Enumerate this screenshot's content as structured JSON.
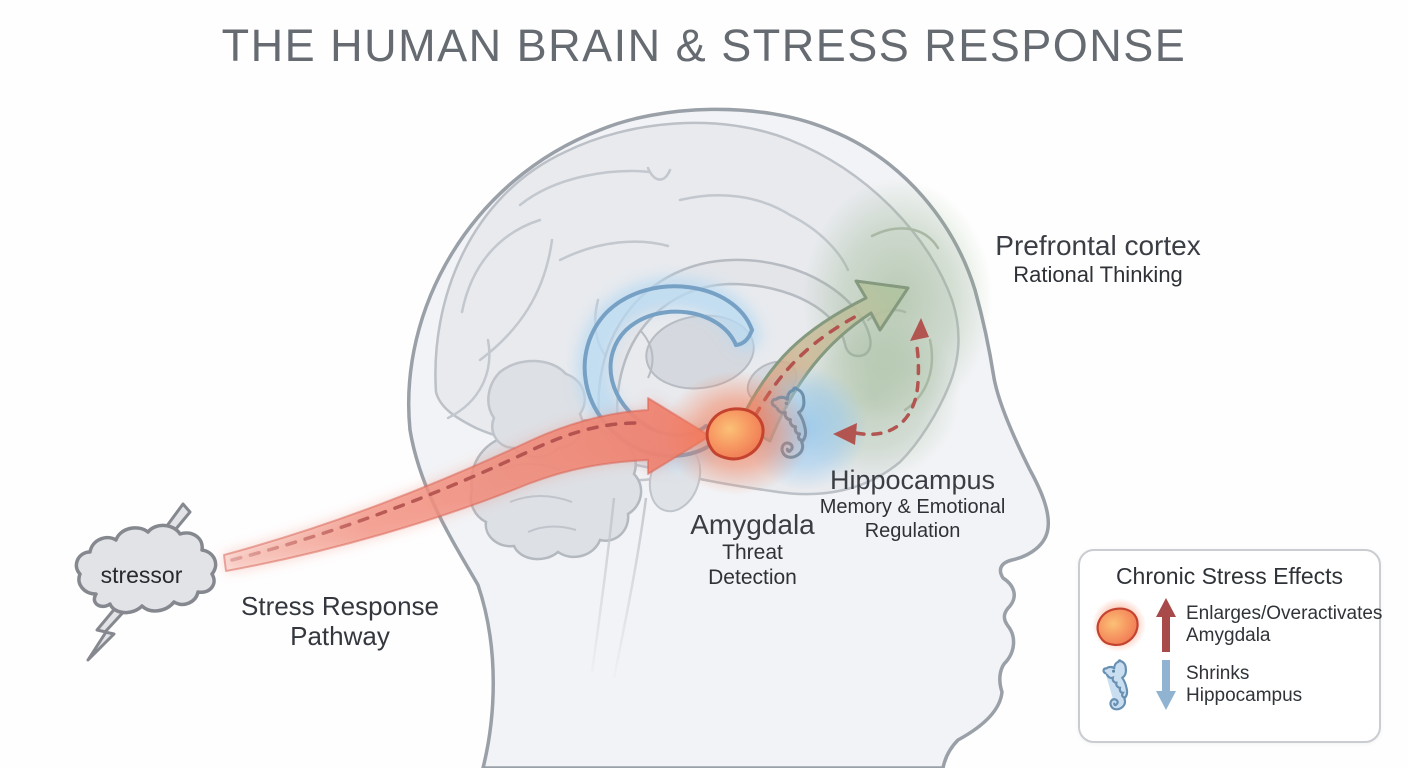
{
  "title": "THE HUMAN BRAIN & STRESS RESPONSE",
  "stressor": {
    "label": "stressor"
  },
  "pathway": {
    "line1": "Stress Response",
    "line2": "Pathway"
  },
  "regions": {
    "prefrontal": {
      "name": "Prefrontal cortex",
      "function": "Rational Thinking"
    },
    "hippocampus": {
      "name": "Hippocampus",
      "function_line1": "Memory & Emotional",
      "function_line2": "Regulation"
    },
    "amygdala": {
      "name": "Amygdala",
      "function_line1": "Threat",
      "function_line2": "Detection"
    }
  },
  "legend": {
    "title": "Chronic Stress Effects",
    "items": [
      {
        "icon": "amygdala-icon",
        "effect_line1": "Enlarges/Overactivates",
        "effect_line2": "Amygdala"
      },
      {
        "icon": "seahorse-icon",
        "effect_line1": "Shrinks",
        "effect_line2": "Hippocampus"
      }
    ]
  },
  "icons": {
    "stressor": "storm-cloud-icon",
    "legend_amygdala": "amygdala-icon",
    "legend_hippocampus": "seahorse-icon",
    "legend_increase": "up-arrow-icon",
    "legend_decrease": "down-arrow-icon"
  },
  "colors": {
    "amygdala_red": "#ee6f50",
    "hippocampus_blue": "#76a1c5",
    "prefrontal_green": "#8aac7c",
    "stress_arrow_red": "#ef8576",
    "pathway_dash_red": "#b3524e",
    "legend_up_arrow": "#a8494a",
    "legend_down_arrow": "#8fb3d1",
    "outline_gray": "#9aa0a7"
  }
}
